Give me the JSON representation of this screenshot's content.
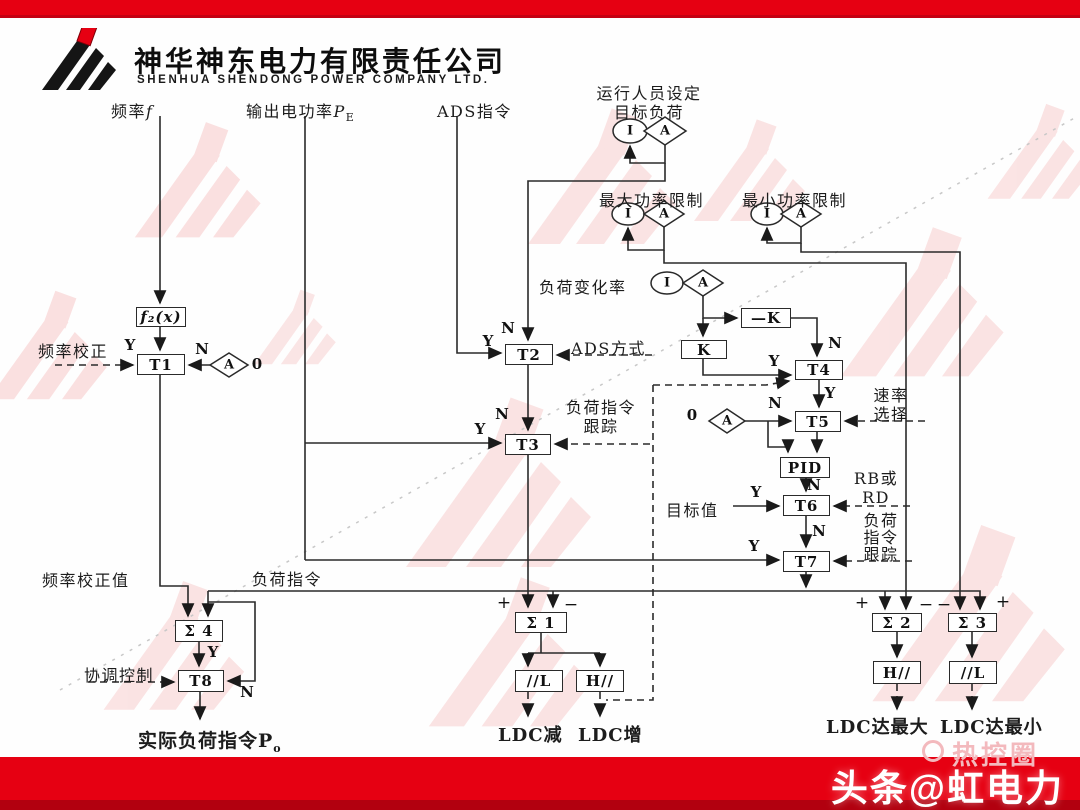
{
  "colors": {
    "accent_red": "#e60012",
    "bar_dark_red": "#b2000f",
    "line": "#2a2a2a",
    "watermark_pink": "#f7c9c9",
    "brand_pink": "#f3b9bd"
  },
  "header": {
    "company_cn": "神华神东电力有限责任公司",
    "company_en": "SHENHUA SHENDONG POWER COMPANY LTD."
  },
  "footer": {
    "credit": "头条@虹电力",
    "brand": "热控圈"
  },
  "markers": {
    "yes": "Y",
    "no": "N",
    "plus": "+",
    "minus": "−",
    "zero": "0"
  },
  "selectors": {
    "circle": "I",
    "diamond": "A"
  },
  "inputs": {
    "frequency": "频率",
    "frequency_var": "f",
    "power_output": "输出电功率",
    "power_var": "P",
    "power_sub": "E",
    "ads_command": "ADS指令",
    "operator_target_l1": "运行人员设定",
    "operator_target_l2": "目标负荷",
    "max_power_limit": "最大功率限制",
    "min_power_limit": "最小功率限制",
    "load_rate": "负荷变化率",
    "target_value": "目标值"
  },
  "annotations": {
    "freq_correction": "频率校正",
    "ads_mode": "ADS方式",
    "load_track_l1": "负荷指令",
    "load_track_l2": "跟踪",
    "rate_select_l1": "速率",
    "rate_select_l2": "选择",
    "rb_rd_l1": "RB或",
    "rb_rd_l2": "RD",
    "track7_l1": "负荷",
    "track7_l2": "指令",
    "track7_l3": "跟踪",
    "freq_corr_value": "频率校正值",
    "load_command": "负荷指令",
    "coordination": "协调控制"
  },
  "blocks": {
    "f2x": "f₂(x)",
    "t1": "T1",
    "t2": "T2",
    "t3": "T3",
    "t4": "T4",
    "t5": "T5",
    "t6": "T6",
    "t7": "T7",
    "t8": "T8",
    "k": "K",
    "neg_k": "—K",
    "pid": "PID",
    "sum1": "Σ 1",
    "sum2": "Σ 2",
    "sum3": "Σ 3",
    "sum4": "Σ 4",
    "low_lim": "//L",
    "high_lim": "H//"
  },
  "outputs": {
    "ldc_dec": "LDC减",
    "ldc_inc": "LDC增",
    "ldc_max": "LDC达最大",
    "ldc_min": "LDC达最小",
    "actual_load": "实际负荷指令P",
    "actual_load_sub": "o"
  }
}
